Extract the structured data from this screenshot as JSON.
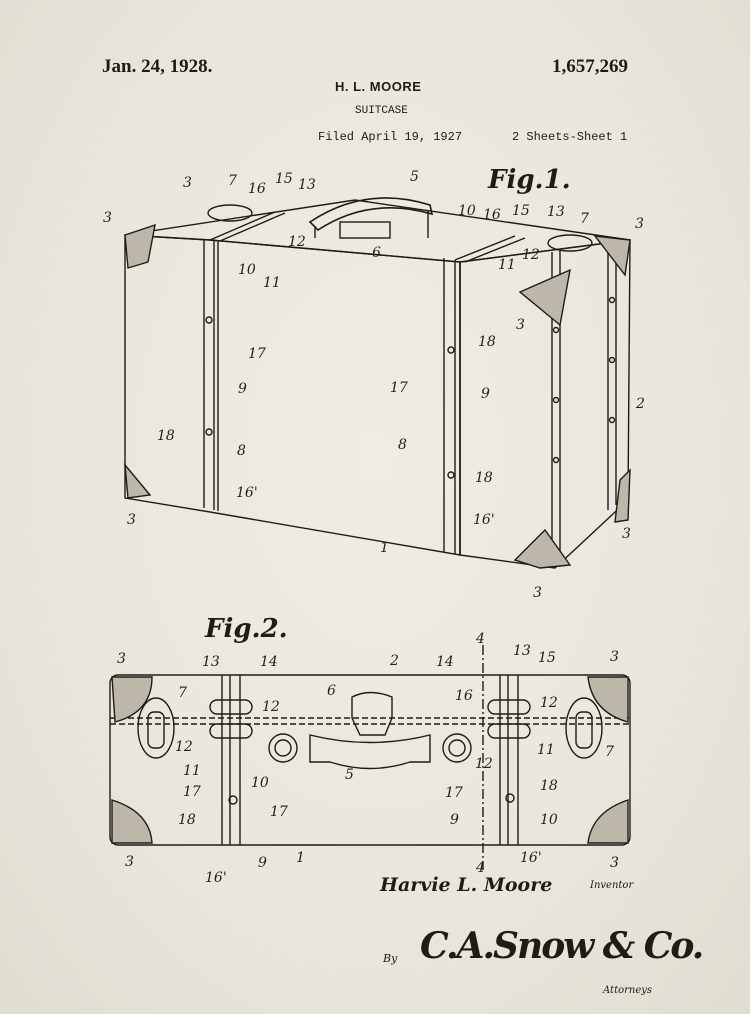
{
  "header": {
    "date": "Jan. 24, 1928.",
    "patent_number": "1,657,269",
    "inventor_short": "H. L. MOORE",
    "title": "SUITCASE",
    "filed": "Filed April 19, 1927",
    "sheets": "2 Sheets-Sheet 1"
  },
  "figures": {
    "fig1": {
      "label": "Fig.1.",
      "refs": [
        "3",
        "7",
        "16",
        "15",
        "13",
        "5",
        "10",
        "16",
        "15",
        "13",
        "7",
        "3",
        "3",
        "12",
        "6",
        "12",
        "10",
        "11",
        "11",
        "3",
        "17",
        "18",
        "9",
        "17",
        "9",
        "18",
        "8",
        "8",
        "18",
        "2",
        "16'",
        "16'",
        "1",
        "3",
        "3",
        "3"
      ]
    },
    "fig2": {
      "label": "Fig.2.",
      "refs": [
        "3",
        "13",
        "14",
        "2",
        "14",
        "4",
        "13",
        "15",
        "3",
        "7",
        "6",
        "16",
        "12",
        "12",
        "7",
        "12",
        "11",
        "5",
        "12",
        "11",
        "17",
        "18",
        "17",
        "10",
        "17",
        "18",
        "9",
        "10",
        "18",
        "1",
        "3",
        "16'",
        "9",
        "16'",
        "4",
        "3"
      ]
    }
  },
  "signature": {
    "inventor_name": "Harvie L. Moore",
    "inventor_role": "Inventor",
    "by": "By",
    "attorney_signature": "C.A.Snow & Co.",
    "attorney_role": "Attorneys"
  },
  "colors": {
    "paper": "#ece9df",
    "ink": "#1e1c18"
  }
}
